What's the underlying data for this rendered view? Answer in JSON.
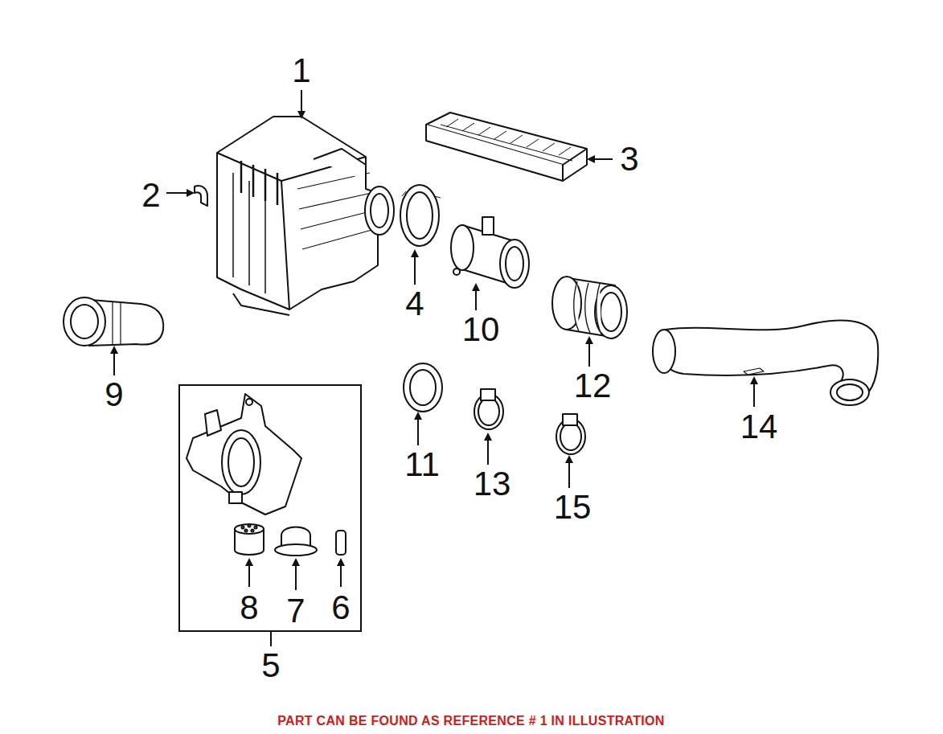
{
  "diagram": {
    "caption": "PART CAN BE FOUND AS REFERENCE # 1 IN ILLUSTRATION",
    "nodes": [
      {
        "text": [
          "8",
          "7",
          "6",
          "5"
        ]
      }
    ],
    "labels": [
      "1",
      "2",
      "3",
      "4",
      "10",
      "9",
      "12",
      "14",
      "11",
      "13",
      "15"
    ]
  }
}
